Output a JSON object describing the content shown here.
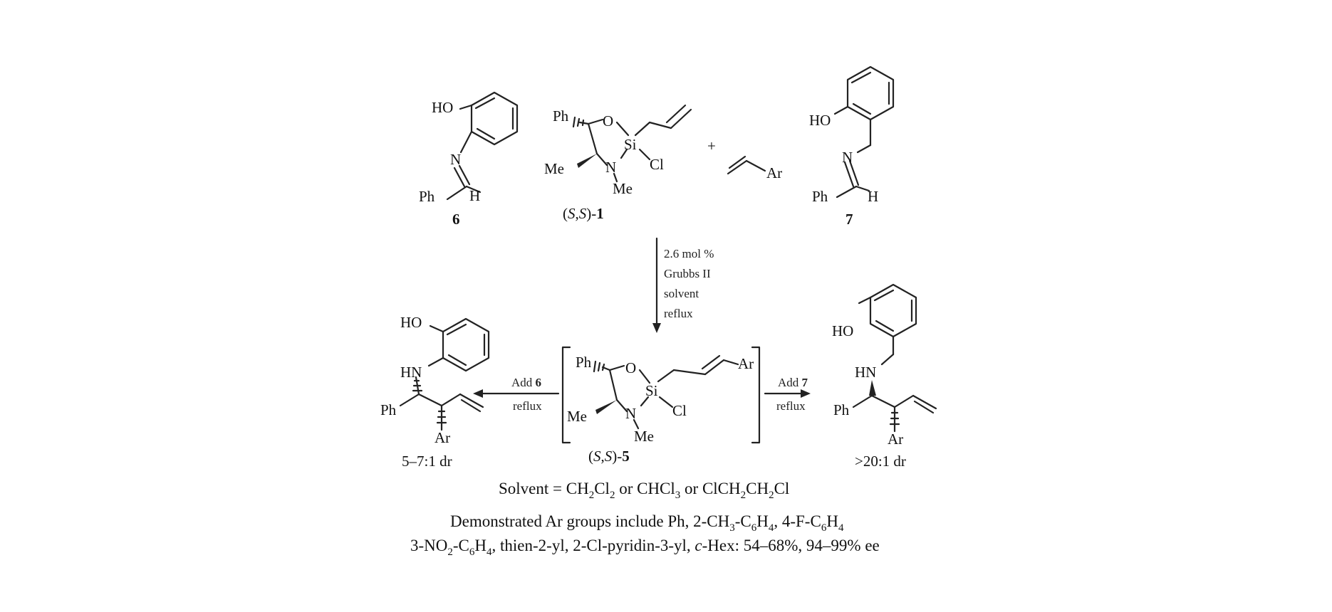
{
  "atoms": {
    "HO": "HO",
    "N": "N",
    "H": "H",
    "Ph": "Ph",
    "O": "O",
    "Si": "Si",
    "Cl": "Cl",
    "Me": "Me",
    "Ar": "Ar",
    "HN": "HN"
  },
  "plus": "+",
  "compounds": {
    "c6_number": "6",
    "c7_number": "7",
    "c1_prefix_open": "(",
    "c1_stereo_S1": "S",
    "c1_comma": ",",
    "c1_stereo_S2": "S",
    "c1_prefix_close": ")-",
    "c1_number": "1",
    "c5_prefix_open": "(",
    "c5_stereo_S1": "S",
    "c5_comma": ",",
    "c5_stereo_S2": "S",
    "c5_prefix_close": ")-",
    "c5_number": "5"
  },
  "conditions": {
    "down": [
      "2.6 mol %",
      "Grubbs II",
      "solvent",
      "reflux"
    ],
    "left_add": "Add ",
    "left_reagent": "6",
    "left_reflux": "reflux",
    "right_add": "Add ",
    "right_reagent": "7",
    "right_reflux": "reflux"
  },
  "results": {
    "left_dr": "5–7:1 dr",
    "right_dr": ">20:1 dr"
  },
  "footnote": {
    "solvent_line": {
      "s1": "Solvent = CH",
      "s2": "2",
      "s3": "Cl",
      "s4": "2",
      "s5": " or CHCl",
      "s6": "3",
      "s7": " or ClCH",
      "s8": "2",
      "s9": "CH",
      "s10": "2",
      "s11": "Cl"
    },
    "ar_line1": {
      "a1": "Demonstrated Ar groups include Ph, 2-CH",
      "a2": "3",
      "a3": "-C",
      "a4": "6",
      "a5": "H",
      "a6": "4",
      "a7": ", 4-F-C",
      "a8": "6",
      "a9": "H",
      "a10": "4"
    },
    "ar_line2": {
      "b1": "3-NO",
      "b2": "2",
      "b3": "-C",
      "b4": "6",
      "b5": "H",
      "b6": "4",
      "b7": ", thien-2-yl, 2-Cl-pyridin-3-yl, ",
      "b8": "c",
      "b9": "-Hex: 54–68%, 94–99% ee"
    }
  }
}
